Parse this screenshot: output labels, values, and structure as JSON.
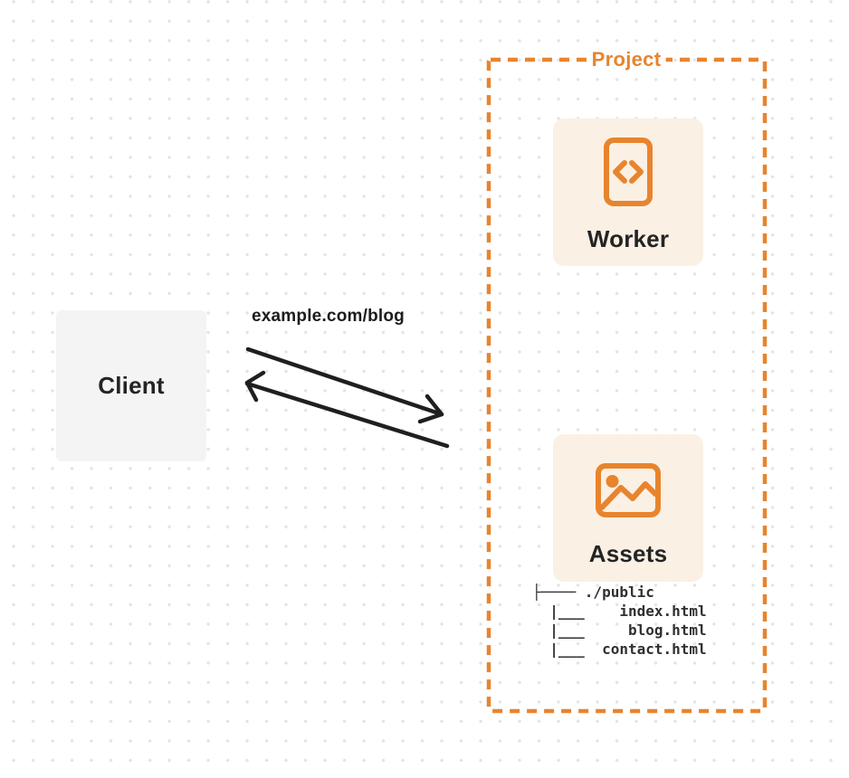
{
  "colors": {
    "accent_orange": "#E8842D",
    "card_background": "#FBF0E4",
    "client_background": "#F4F4F5",
    "arrow": "#1F1F1F",
    "text_dark": "#242424",
    "dot_grid": "#E3E3E6"
  },
  "client": {
    "label": "Client"
  },
  "request": {
    "label": "example.com/blog"
  },
  "project": {
    "label": "Project",
    "worker": {
      "label": "Worker",
      "icon": "code-file-icon"
    },
    "assets": {
      "label": "Assets",
      "icon": "image-icon"
    },
    "file_tree": {
      "root": "./public",
      "files": [
        "index.html",
        "blog.html",
        "contact.html"
      ],
      "lines": [
        "├──── ./public",
        "  |___    index.html",
        "  |___     blog.html",
        "  |___  contact.html"
      ]
    }
  }
}
